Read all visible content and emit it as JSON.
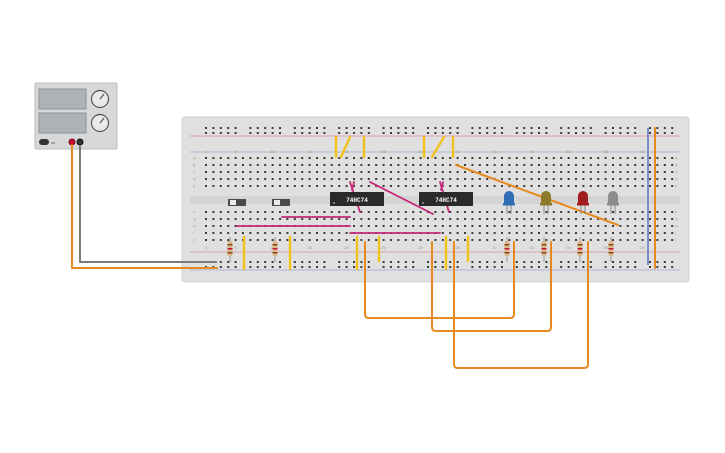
{
  "canvas": {
    "background": "#ffffff"
  },
  "power_supply": {
    "label": "on",
    "display_color": "#aeb2b6",
    "body_color": "#d7d8d9",
    "knob_count": 2
  },
  "breadboard": {
    "color": "#e0e0e0",
    "column_labels": [
      "1",
      "5",
      "10",
      "15",
      "20",
      "25",
      "30",
      "35",
      "40",
      "45",
      "50",
      "55",
      "60"
    ],
    "row_labels_top": [
      "A",
      "B",
      "C",
      "D",
      "E"
    ],
    "row_labels_bottom": [
      "F",
      "G",
      "H",
      "I",
      "J"
    ]
  },
  "chips": [
    {
      "label": "74HC74"
    },
    {
      "label": "74HC74"
    }
  ],
  "leds": [
    {
      "color": "#2f6db5",
      "name": "blue"
    },
    {
      "color": "#8a7a2a",
      "name": "yellow"
    },
    {
      "color": "#a11d1d",
      "name": "red"
    },
    {
      "color": "#8c8c8c",
      "name": "white"
    }
  ],
  "switches": [
    {
      "name": "slide-switch-1"
    },
    {
      "name": "slide-switch-2"
    }
  ],
  "wire_colors": {
    "orange": "#e8891d",
    "yellow": "#f1c21b",
    "magenta": "#c4287a",
    "gray": "#7a7a7a",
    "red": "#c8102e"
  }
}
